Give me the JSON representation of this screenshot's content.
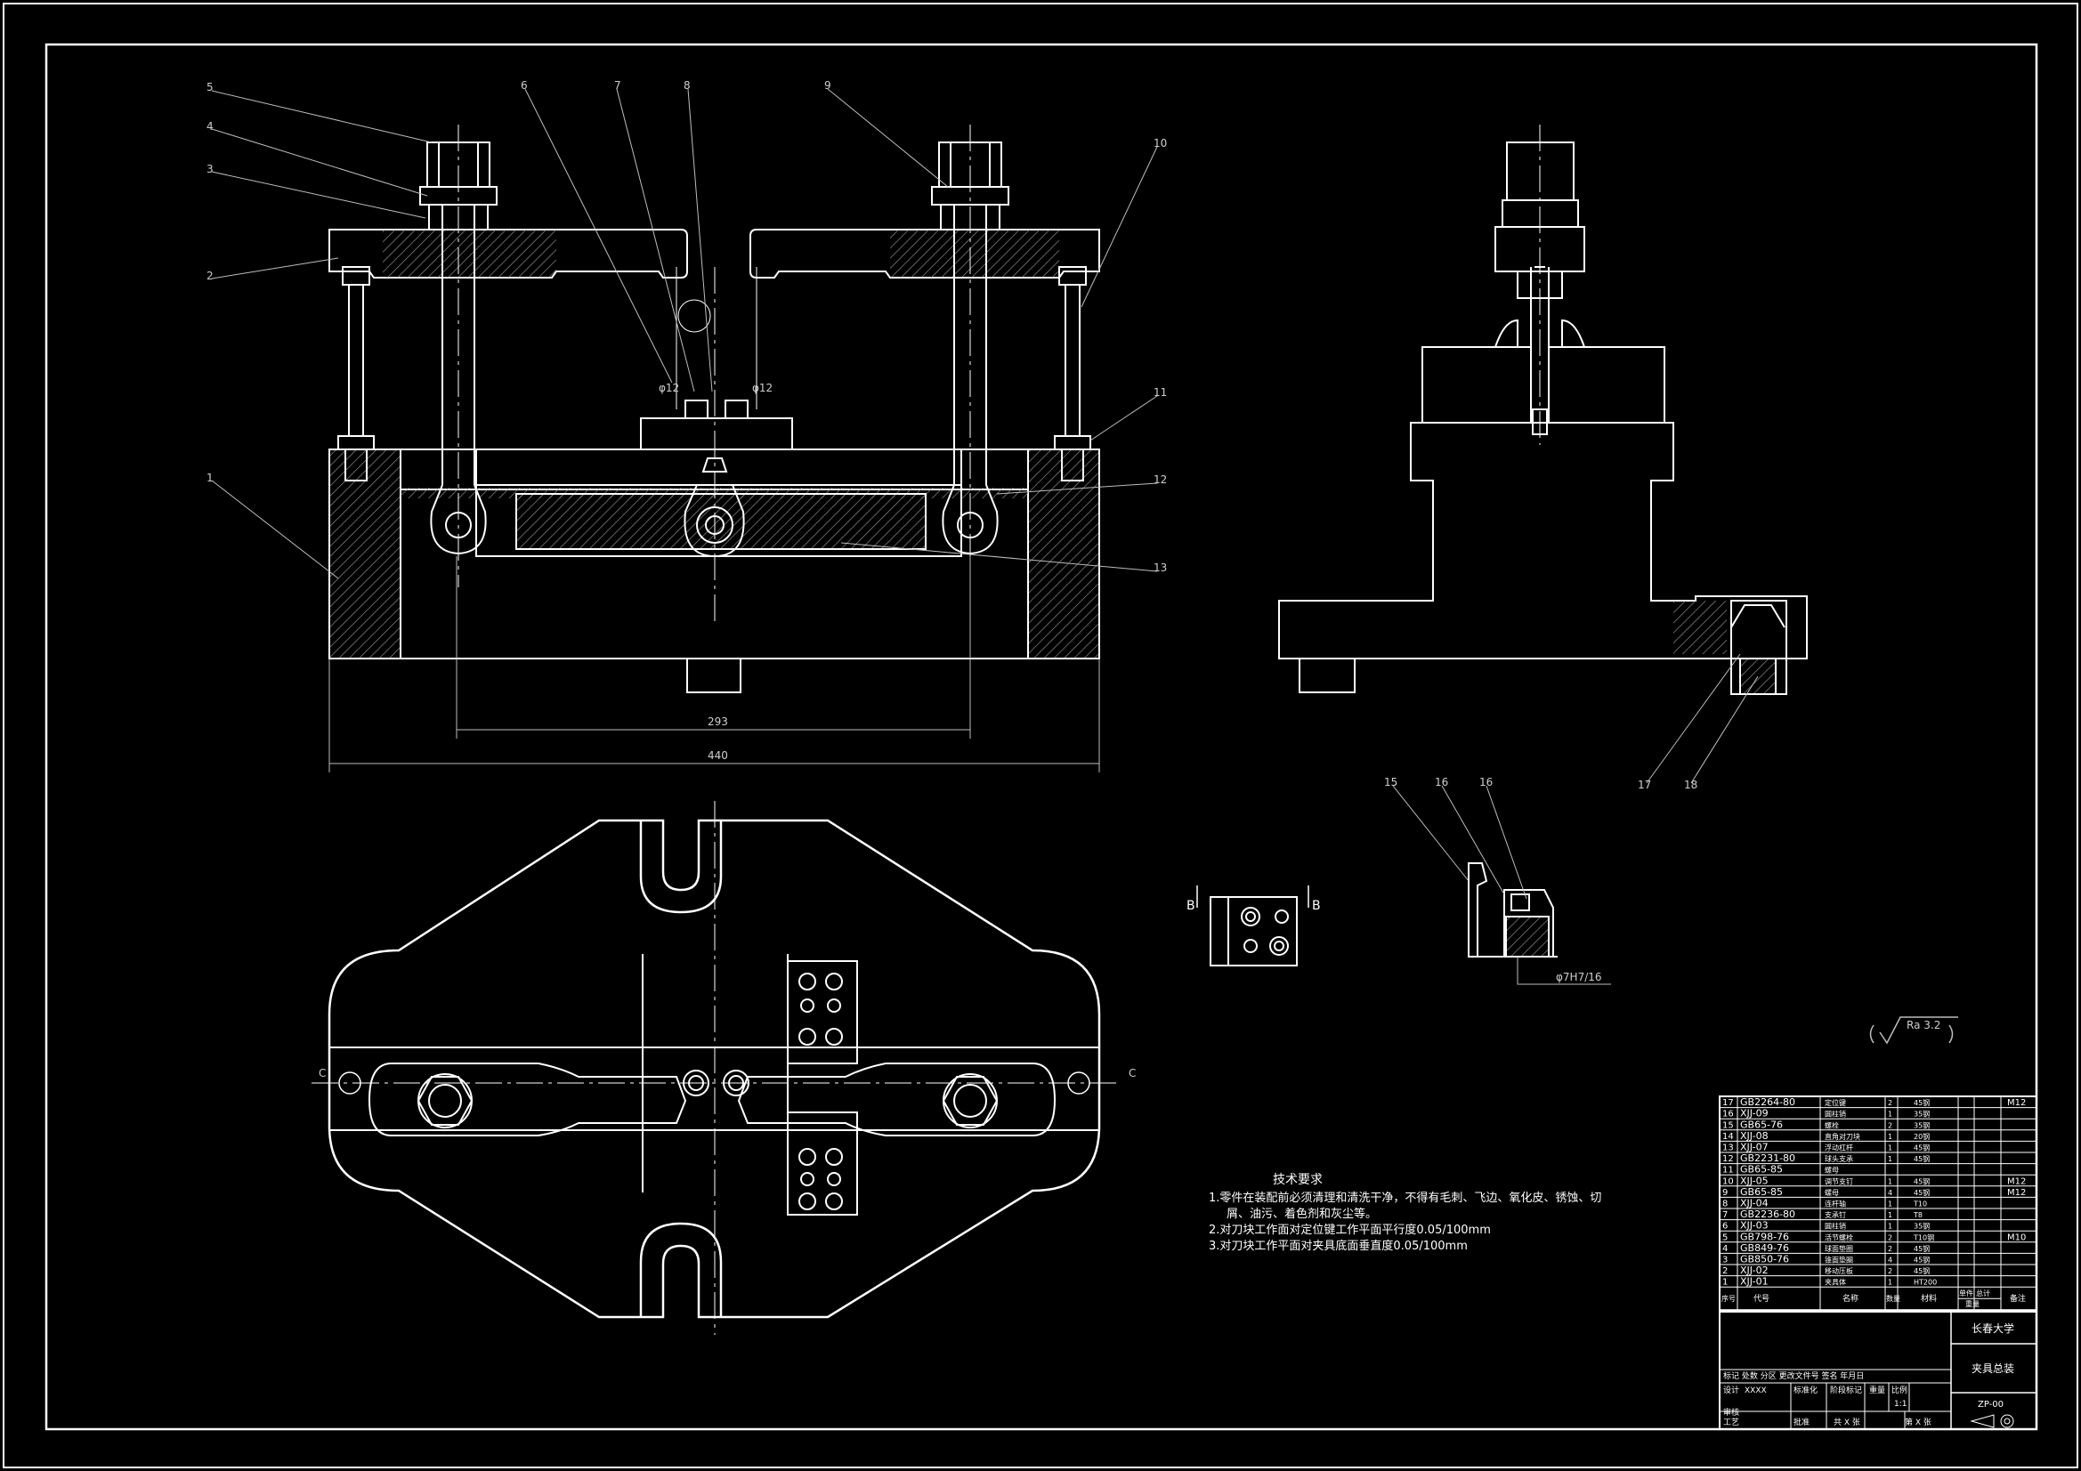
{
  "colors": {
    "background": "#000000",
    "line": "#ffffff",
    "hatch": "#9a9a9a",
    "thin": "#bdbdbd"
  },
  "views": {
    "front": {
      "leaders": [
        "5",
        "4",
        "3",
        "2",
        "1",
        "6",
        "7",
        "8",
        "9",
        "10",
        "11",
        "12",
        "13"
      ],
      "dims": {
        "inner": "293",
        "outer": "440"
      },
      "fit_left": "φ12",
      "fit_right": "φ12"
    },
    "section_bb": {
      "mark_left": "B",
      "mark_right": "B"
    },
    "detail": {
      "leaders": [
        "15",
        "16",
        "16"
      ],
      "fit": "φ7H7/16"
    },
    "side": {
      "leaders": [
        "17",
        "18"
      ]
    },
    "top": {
      "section_left": "C",
      "section_right": "C"
    },
    "roughness": "Ra 3.2"
  },
  "notes": {
    "title": "技术要求",
    "lines": [
      "1.零件在装配前必须清理和清洗干净，不得有毛刺、飞边、氧化皮、锈蚀、切",
      "屑、油污、着色剂和灰尘等。",
      "2.对刀块工作面对定位键工作平面平行度0.05/100mm",
      "3.对刀块工作平面对夹具底面垂直度0.05/100mm"
    ]
  },
  "bom": {
    "rows": [
      {
        "no": "17",
        "code": "GB2264-80",
        "name": "定位键",
        "qty": "2",
        "mat": "45钢",
        "note": "M12"
      },
      {
        "no": "16",
        "code": "XJJ-09",
        "name": "圆柱销",
        "qty": "1",
        "mat": "35钢",
        "note": ""
      },
      {
        "no": "15",
        "code": "GB65-76",
        "name": "螺栓",
        "qty": "2",
        "mat": "35钢",
        "note": ""
      },
      {
        "no": "14",
        "code": "XJJ-08",
        "name": "直角对刀块",
        "qty": "1",
        "mat": "20钢",
        "note": ""
      },
      {
        "no": "13",
        "code": "XJJ-07",
        "name": "浮动杠杆",
        "qty": "1",
        "mat": "45钢",
        "note": ""
      },
      {
        "no": "12",
        "code": "GB2231-80",
        "name": "球头支承",
        "qty": "1",
        "mat": "45钢",
        "note": ""
      },
      {
        "no": "11",
        "code": "GB65-85",
        "name": "螺母",
        "qty": "",
        "mat": "",
        "note": ""
      },
      {
        "no": "10",
        "code": "XJJ-05",
        "name": "调节支钉",
        "qty": "1",
        "mat": "45钢",
        "note": "M12"
      },
      {
        "no": "9",
        "code": "GB65-85",
        "name": "螺母",
        "qty": "4",
        "mat": "45钢",
        "note": "M12"
      },
      {
        "no": "8",
        "code": "XJJ-04",
        "name": "连杆轴",
        "qty": "1",
        "mat": "T10",
        "note": ""
      },
      {
        "no": "7",
        "code": "GB2236-80",
        "name": "支承钉",
        "qty": "1",
        "mat": "T8",
        "note": ""
      },
      {
        "no": "6",
        "code": "XJJ-03",
        "name": "圆柱销",
        "qty": "1",
        "mat": "35钢",
        "note": ""
      },
      {
        "no": "5",
        "code": "GB798-76",
        "name": "活节螺栓",
        "qty": "2",
        "mat": "T10钢",
        "note": "M10"
      },
      {
        "no": "4",
        "code": "GB849-76",
        "name": "球面垫圈",
        "qty": "2",
        "mat": "45钢",
        "note": ""
      },
      {
        "no": "3",
        "code": "GB850-76",
        "name": "锥面垫圈",
        "qty": "4",
        "mat": "45钢",
        "note": ""
      },
      {
        "no": "2",
        "code": "XJJ-02",
        "name": "移动压板",
        "qty": "2",
        "mat": "45钢",
        "note": ""
      },
      {
        "no": "1",
        "code": "XJJ-01",
        "name": "夹具体",
        "qty": "1",
        "mat": "HT200",
        "note": ""
      }
    ],
    "header": {
      "no": "序号",
      "code": "代号",
      "name": "名称",
      "qty": "数量",
      "mat": "材料",
      "unit": "单件",
      "total": "总计",
      "weight": "重量",
      "note": "备注"
    }
  },
  "title_block": {
    "school": "长春大学",
    "drawing_name": "夹具总装",
    "drawing_no": "ZP-00",
    "scale": "1:1",
    "rev_row": "标记 处数 分区 更改文件号 签名 年月日",
    "design_label": "设计",
    "design_value": "XXXX",
    "std_label": "标准化",
    "stage_label": "阶段标记",
    "weight_label": "重量",
    "scale_label": "比例",
    "review_label": "审核",
    "process_label": "工艺",
    "approve_label": "批准",
    "sheets_total": "共 X 张",
    "sheet_no": "第 X 张"
  }
}
